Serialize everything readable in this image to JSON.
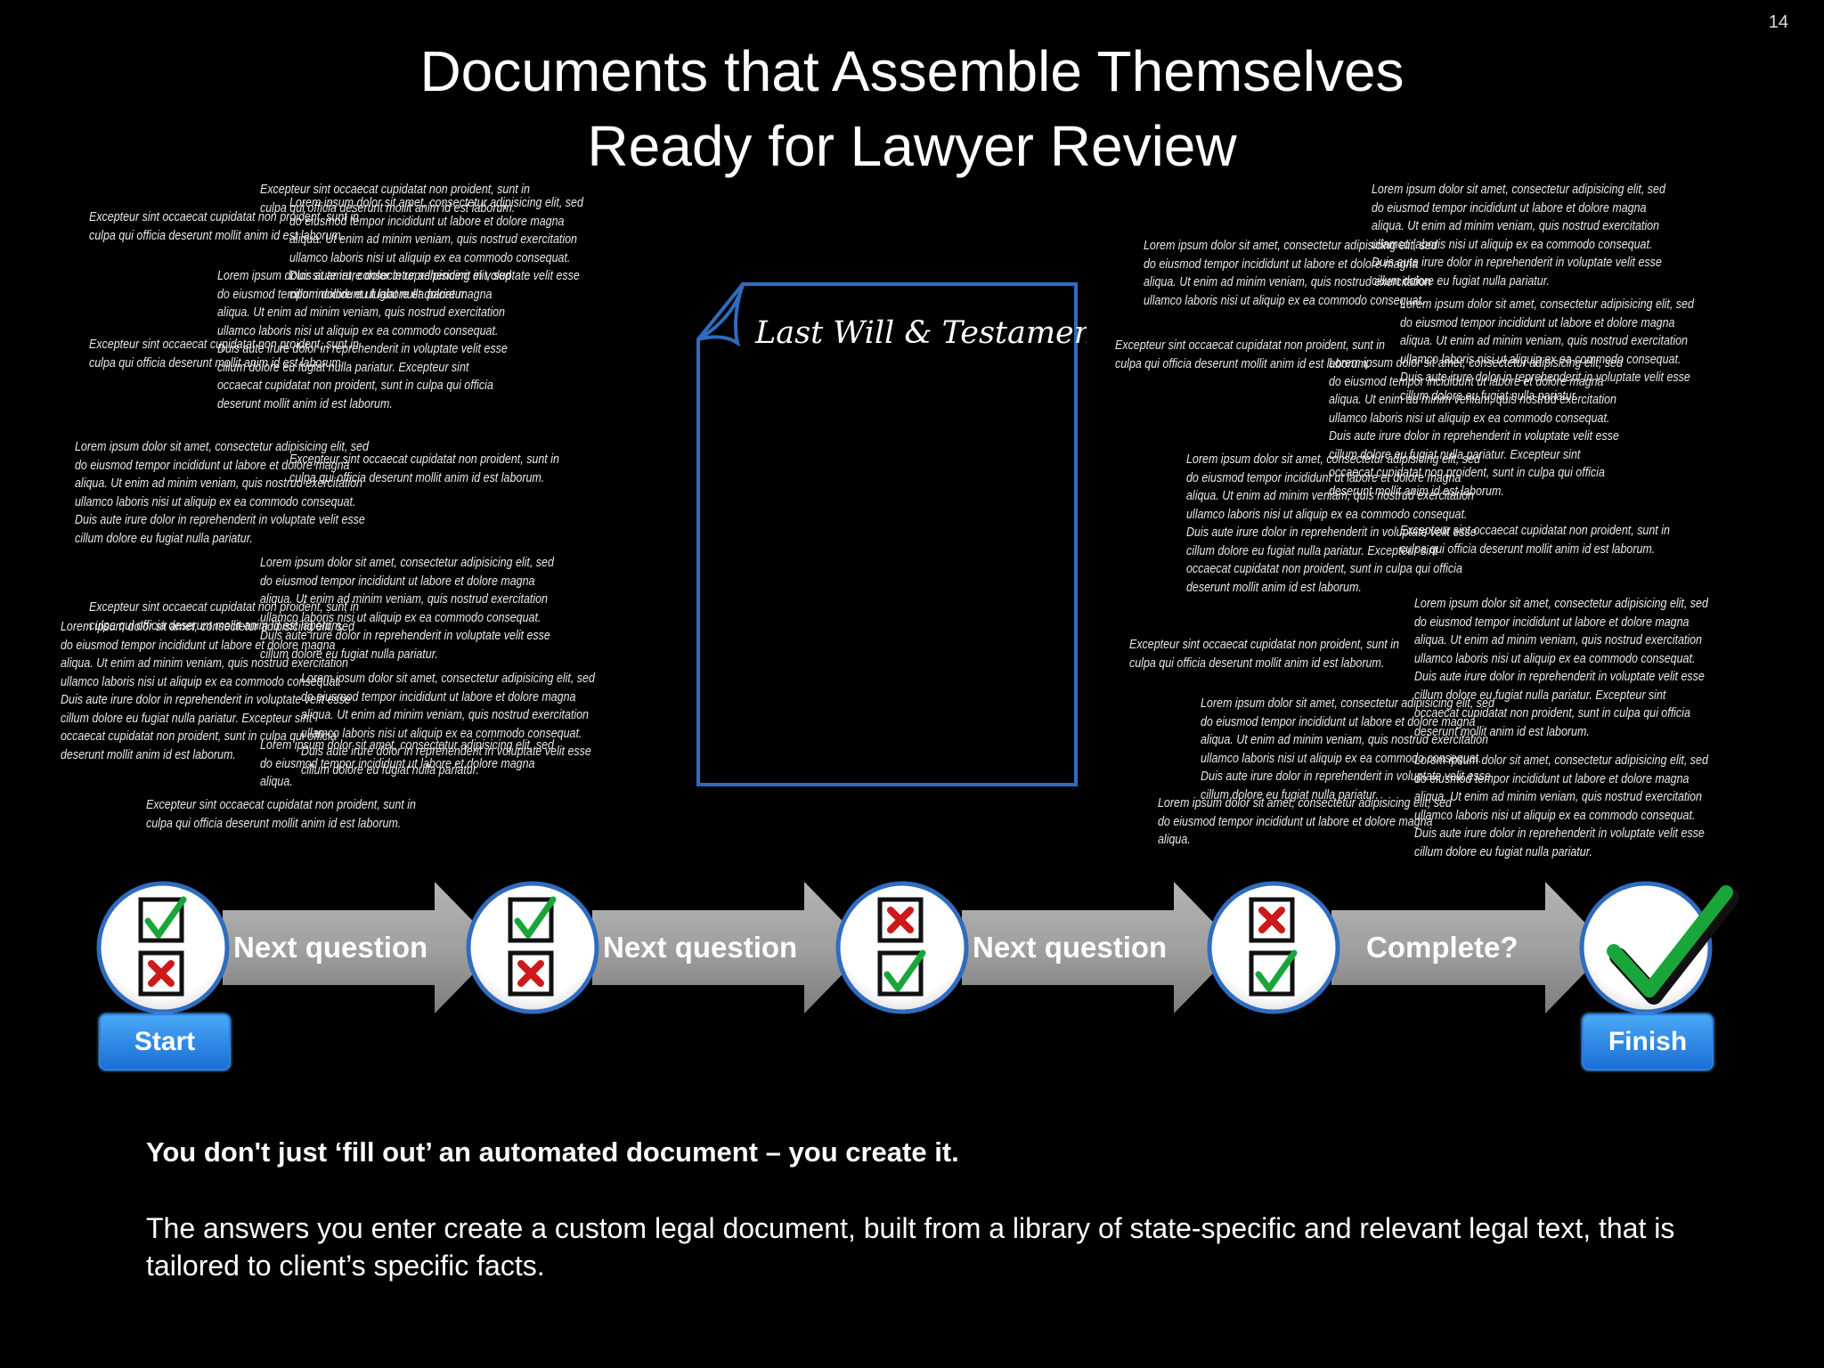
{
  "page_number": "14",
  "title": {
    "line1": "Documents that Assemble Themselves",
    "line2": "Ready for Lawyer Review"
  },
  "document": {
    "heading": "Last Will & Testament"
  },
  "lorem": {
    "a": "Excepteur sint occaecat cupidatat non proident, sunt in\nculpa qui officia deserunt mollit anim id est laborum.",
    "b": "Lorem ipsum dolor sit amet, consectetur adipisicing elit, sed\ndo eiusmod tempor incididunt ut labore et dolore magna\naliqua. Ut enim ad minim veniam, quis nostrud exercitation\nullamco laboris nisi ut aliquip ex ea commodo consequat.\nDuis aute irure dolor in reprehenderit in voluptate velit esse\ncillum dolore eu fugiat nulla pariatur.",
    "c": "Lorem ipsum dolor sit amet, consectetur adipisicing elit, sed\ndo eiusmod tempor incididunt ut labore et dolore magna\naliqua. Ut enim ad minim veniam, quis nostrud exercitation\nullamco laboris nisi ut aliquip ex ea commodo consequat.\nDuis aute irure dolor in reprehenderit in voluptate velit esse\ncillum dolore eu fugiat nulla pariatur. Excepteur sint\noccaecat cupidatat non proident, sunt in culpa qui officia\ndeserunt mollit anim id est laborum.",
    "d": "Lorem ipsum dolor sit amet, consectetur adipisicing elit, sed\ndo eiusmod tempor incididunt ut labore et dolore magna\naliqua. Ut enim ad minim veniam, quis nostrud exercitation\nullamco laboris nisi ut aliquip ex ea commodo consequat.",
    "e": "Lorem ipsum dolor sit amet, consectetur adipisicing elit, sed\ndo eiusmod tempor incididunt ut labore et dolore magna\naliqua."
  },
  "flow": {
    "labels": [
      "Next question",
      "Next question",
      "Next question",
      "Complete?"
    ],
    "start_label": "Start",
    "finish_label": "Finish"
  },
  "footer": {
    "strong": "You don't just ‘fill out’ an automated document – you create it.",
    "body": "The answers you enter create a custom legal document, built from a library of state-specific and relevant legal text, that is tailored to client’s specific facts."
  },
  "colors": {
    "accent_blue": "#2f6cbf",
    "check_green": "#1aa53a",
    "x_red": "#cc1a1a",
    "arrow_gray": "#9a9a9a"
  }
}
